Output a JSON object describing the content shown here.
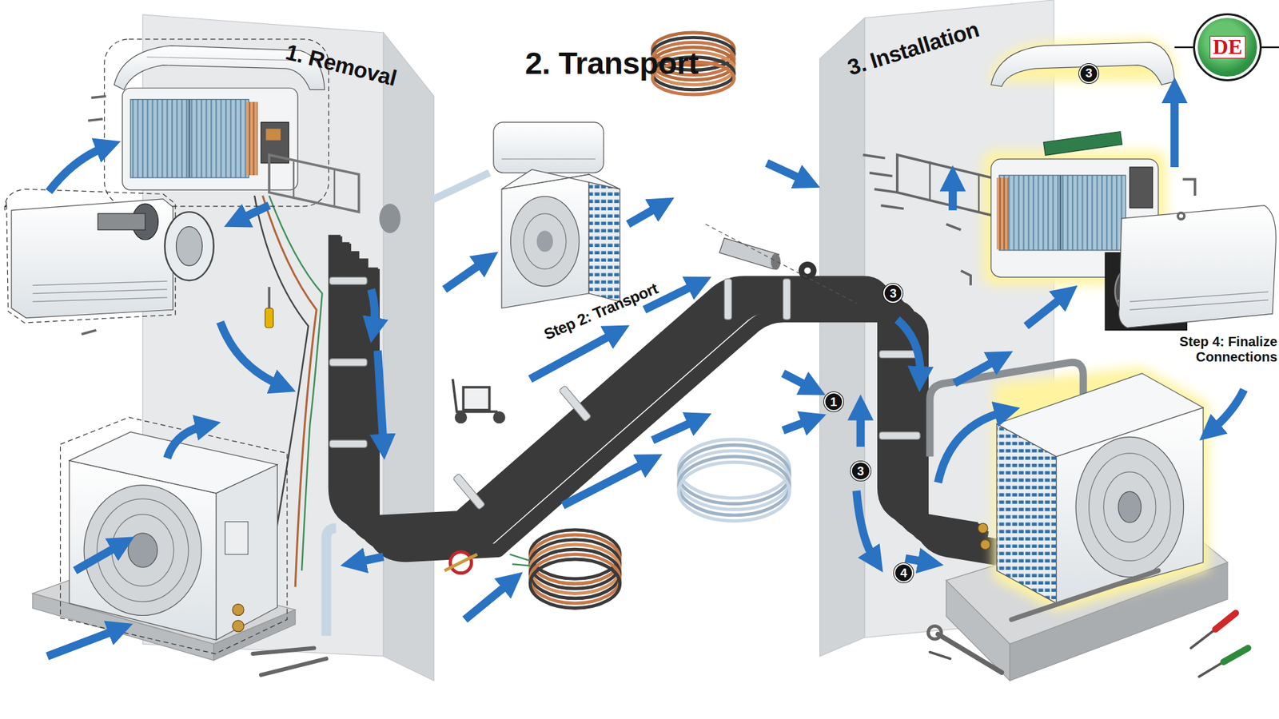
{
  "diagram": {
    "nodes": [
      {
        "text": [
          "DE"
        ]
      },
      {
        "text": [
          "3"
        ]
      },
      {
        "text": [
          "3"
        ]
      },
      {
        "text": [
          "1"
        ]
      },
      {
        "text": [
          "3"
        ]
      },
      {
        "text": [
          "4"
        ]
      }
    ],
    "labels": [
      "1. Removal",
      "2. Transport",
      "3. Installation",
      "Step 2: Transport",
      "Step 4: Finalize Connections"
    ]
  }
}
